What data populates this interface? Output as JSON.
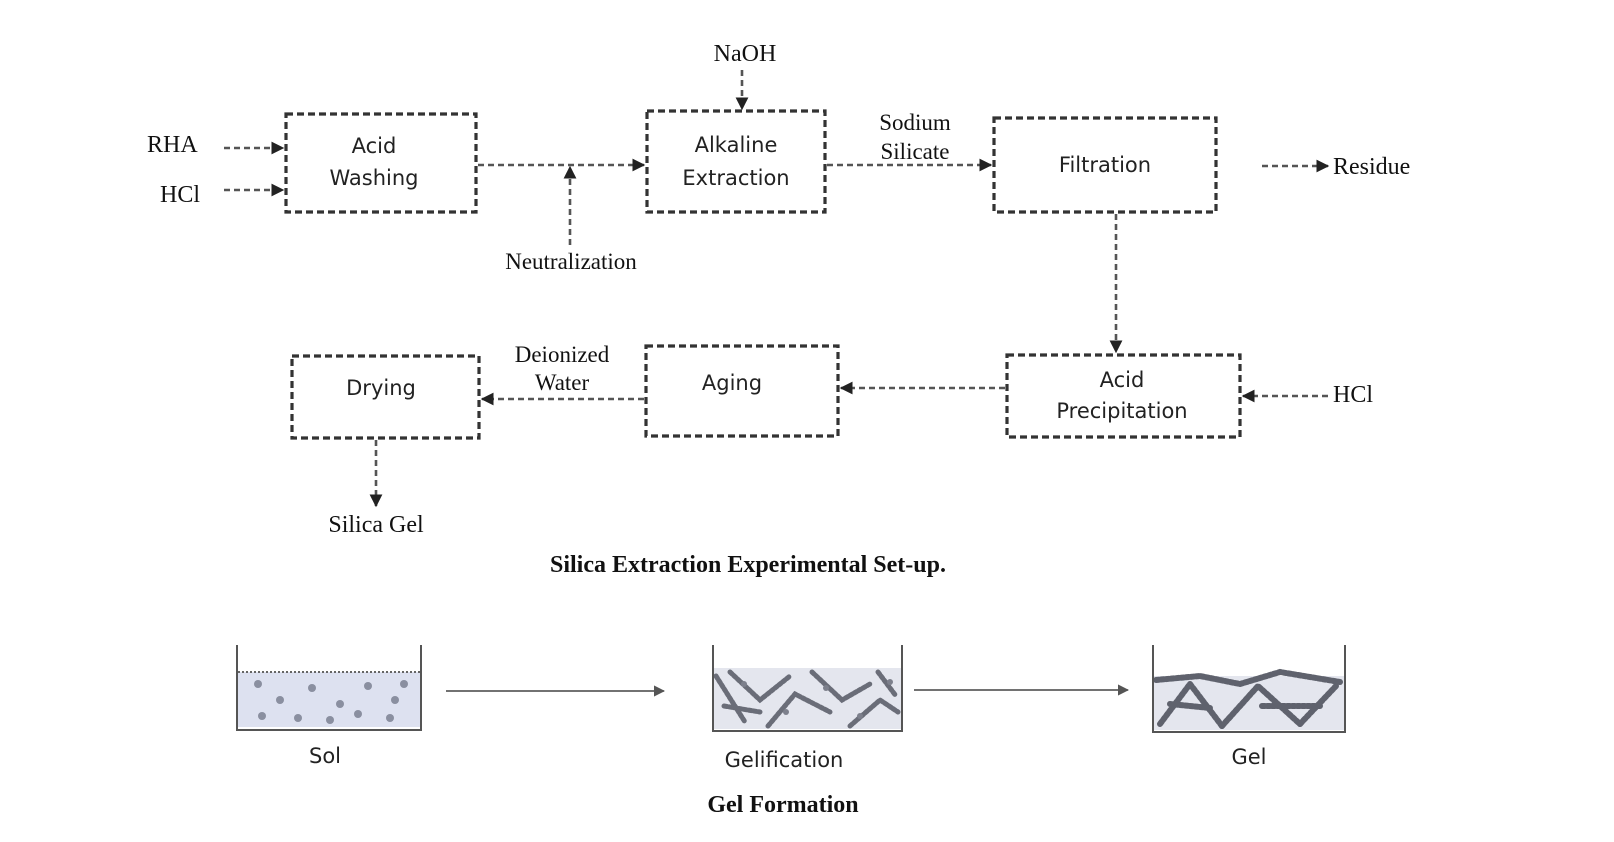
{
  "setup": {
    "inputs": {
      "rha": "RHA",
      "hcl_in": "HCl",
      "naoh": "NaOH",
      "neutralization": "Neutralization",
      "hcl_precip": "HCl"
    },
    "boxes": {
      "acid_washing": [
        "Acid",
        "Washing"
      ],
      "alkaline_extraction": [
        "Alkaline",
        "Extraction"
      ],
      "filtration": "Filtration",
      "acid_precipitation": [
        "Acid",
        "Precipitation"
      ],
      "aging": "Aging",
      "drying": "Drying"
    },
    "flow_labels": {
      "sodium_silicate": [
        "Sodium",
        "Silicate"
      ],
      "deionized_water": [
        "Deionized",
        "Water"
      ],
      "residue": "Residue",
      "silica_gel": "Silica Gel"
    },
    "title": "Silica Extraction Experimental Set-up."
  },
  "gel": {
    "stages": [
      "Sol",
      "Gelification",
      "Gel"
    ],
    "title": "Gel Formation"
  }
}
